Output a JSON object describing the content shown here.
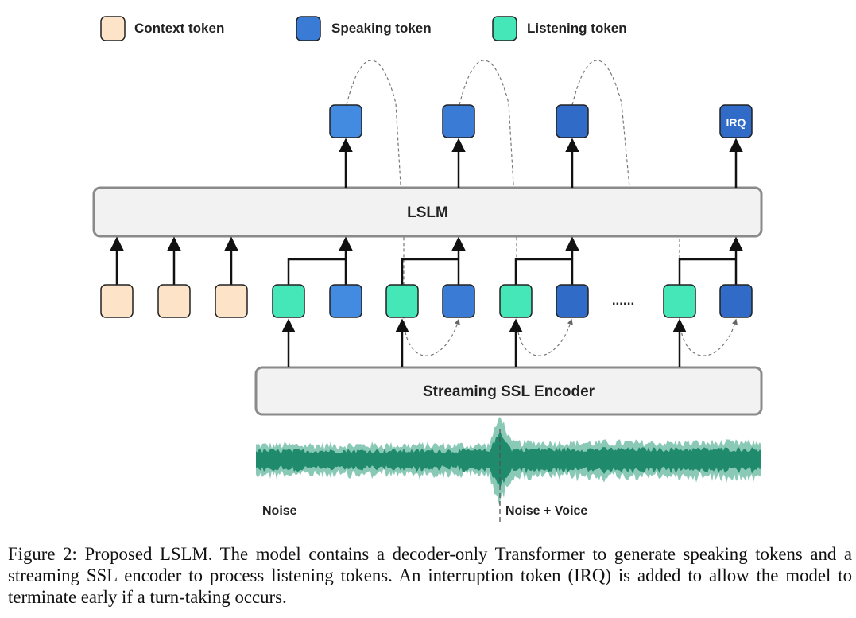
{
  "legend": {
    "context": "Context token",
    "speaking": "Speaking token",
    "listening": "Listening token"
  },
  "blocks": {
    "lslm": "LSLM",
    "encoder": "Streaming SSL Encoder"
  },
  "tokens": {
    "irq": "IRQ",
    "ellipsis": "......"
  },
  "waveform": {
    "noise": "Noise",
    "noise_voice": "Noise + Voice"
  },
  "caption": "Figure 2: Proposed LSLM. The model contains a decoder-only Transformer to generate speaking tokens and a streaming SSL encoder to process listening tokens. An interruption token (IRQ) is added to allow the model to terminate early if a turn-taking occurs.",
  "colors": {
    "context": "#fde3c8",
    "speaking": "#3a7bd5",
    "speaking_light": "#428be0",
    "speaking_dark": "#2f6bc7",
    "listening": "#45e6b8",
    "block_fill": "#f2f2f2",
    "block_stroke": "#8a8a8a",
    "wave": "#1f8a6c"
  }
}
